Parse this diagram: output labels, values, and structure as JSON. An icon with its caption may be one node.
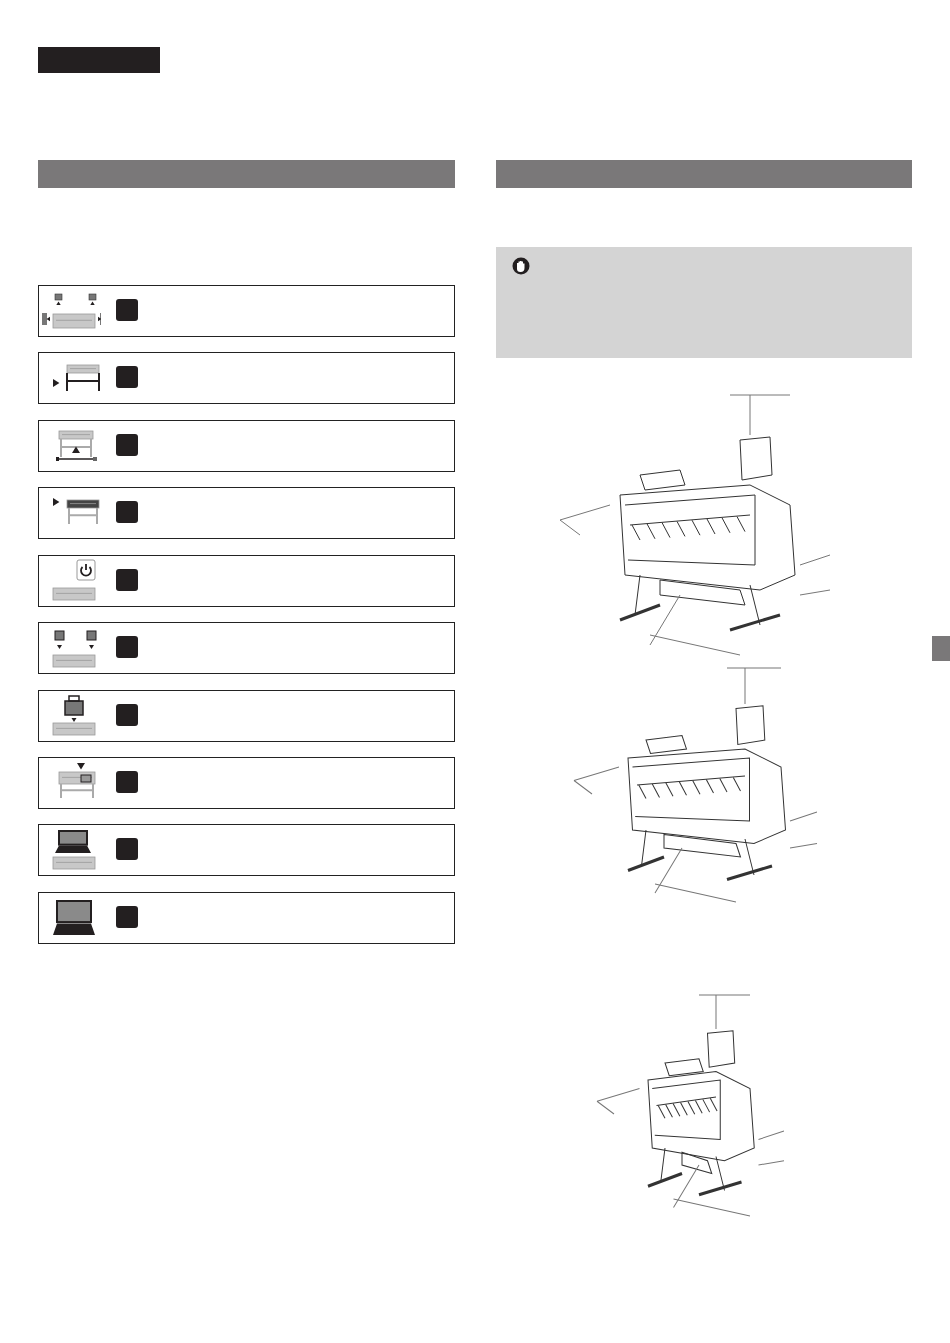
{
  "diagram": {
    "nodes": [
      {
        "text": [],
        "shape": "bar"
      },
      {
        "text": [],
        "shape": "bar"
      },
      {
        "text": [],
        "shape": "bar"
      },
      {
        "text": [],
        "shape": "box"
      },
      {
        "text": [],
        "shape": "box"
      },
      {
        "text": [],
        "shape": "box"
      },
      {
        "text": [],
        "shape": "box"
      },
      {
        "text": [],
        "shape": "box"
      },
      {
        "text": [],
        "shape": "box"
      },
      {
        "text": [],
        "shape": "box"
      },
      {
        "text": [],
        "shape": "box"
      },
      {
        "text": [],
        "shape": "box"
      },
      {
        "text": [],
        "shape": "box"
      },
      {
        "text": [],
        "shape": "box"
      },
      {
        "text": [],
        "shape": "bar"
      }
    ]
  }
}
